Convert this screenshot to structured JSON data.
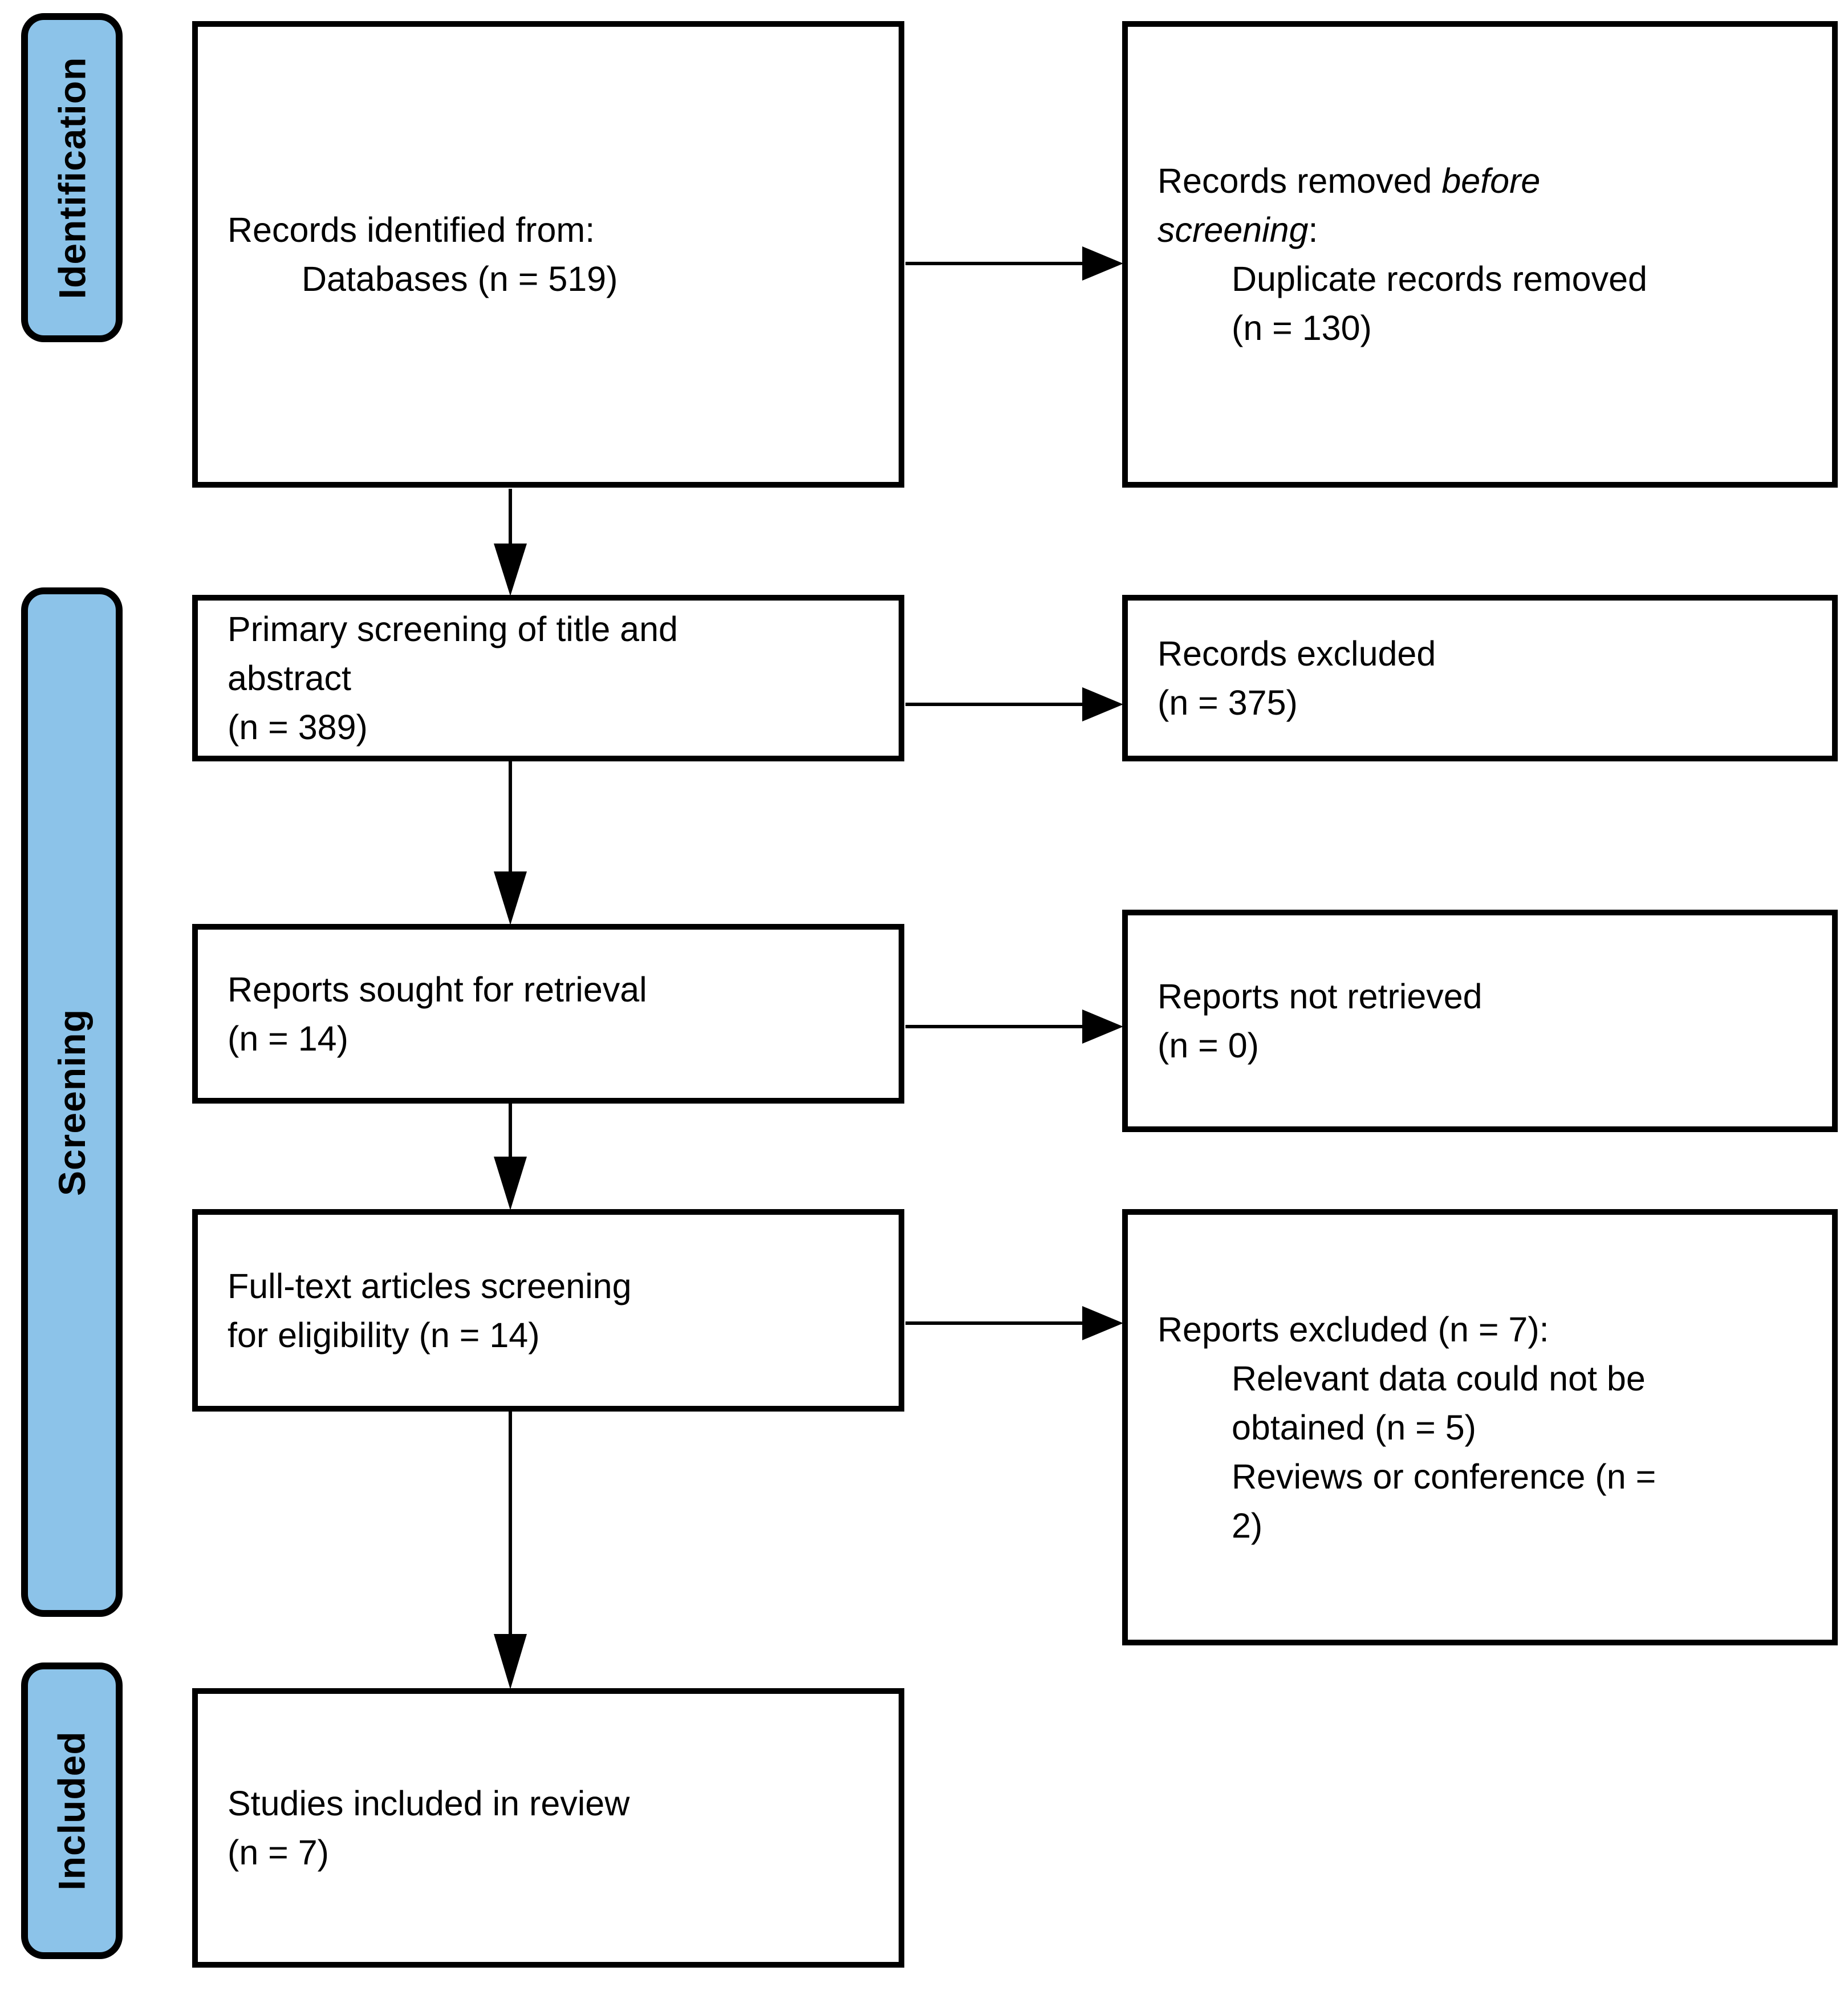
{
  "diagram_type": "prisma-flow-diagram",
  "colors": {
    "stage_fill": "#8CC3E9",
    "stroke": "#000000",
    "box_fill": "#ffffff"
  },
  "sidebar": {
    "identification_label": "Identification",
    "screening_label": "Screening",
    "included_label": "Included"
  },
  "boxes": {
    "records_identified": {
      "line1": "Records identified from:",
      "line2": "Databases (n = 519)"
    },
    "records_removed": {
      "line1_normal": "Records removed ",
      "line1_italic": "before",
      "line2_italic": "screening",
      "line2_suffix": ":",
      "line3": "Duplicate records removed",
      "line4": "(n = 130)"
    },
    "primary_screening": {
      "line1": "Primary screening of title and",
      "line2": "abstract",
      "line3": "(n = 389)"
    },
    "records_excluded": {
      "line1": "Records excluded",
      "line2": "(n = 375)"
    },
    "reports_sought": {
      "line1": "Reports sought for retrieval",
      "line2": "(n = 14)"
    },
    "reports_not_retrieved": {
      "line1": "Reports not retrieved",
      "line2": "(n = 0)"
    },
    "fulltext_screening": {
      "line1": "Full-text articles screening",
      "line2": "for eligibility (n = 14)"
    },
    "reports_excluded": {
      "line1": "Reports excluded (n = 7):",
      "line2": "Relevant data could not be",
      "line3": "obtained (n = 5)",
      "line4": "Reviews or conference (n =",
      "line5": "2)"
    },
    "studies_included": {
      "line1": "Studies included in review",
      "line2": "(n = 7)"
    }
  }
}
